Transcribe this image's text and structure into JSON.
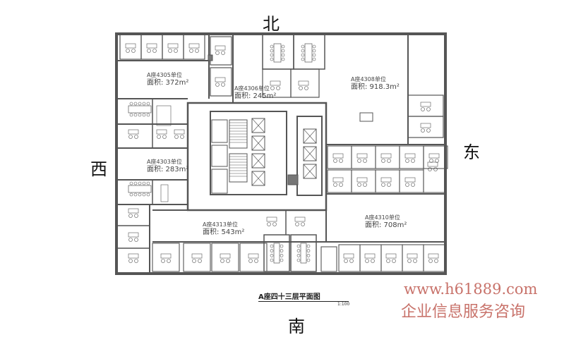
{
  "compass": {
    "north": "北",
    "south": "南",
    "east": "东",
    "west": "西"
  },
  "units": [
    {
      "name": "A座4305单位",
      "area": "面积: 372m²"
    },
    {
      "name": "A座4306单位",
      "area": "面积: 245m²"
    },
    {
      "name": "A座4308单位",
      "area": "面积: 918.3m²"
    },
    {
      "name": "A座4303单位",
      "area": "面积: 283m²"
    },
    {
      "name": "A座4313单位",
      "area": "面积: 543m²"
    },
    {
      "name": "A座4310单位",
      "area": "面积: 708m²"
    }
  ],
  "drawing": {
    "title": "A座四十三层平面图",
    "scale": "1:100"
  },
  "watermark": {
    "url": "www.h61889.com",
    "text": "企业信息服务咨询",
    "color": "#c8726a"
  }
}
